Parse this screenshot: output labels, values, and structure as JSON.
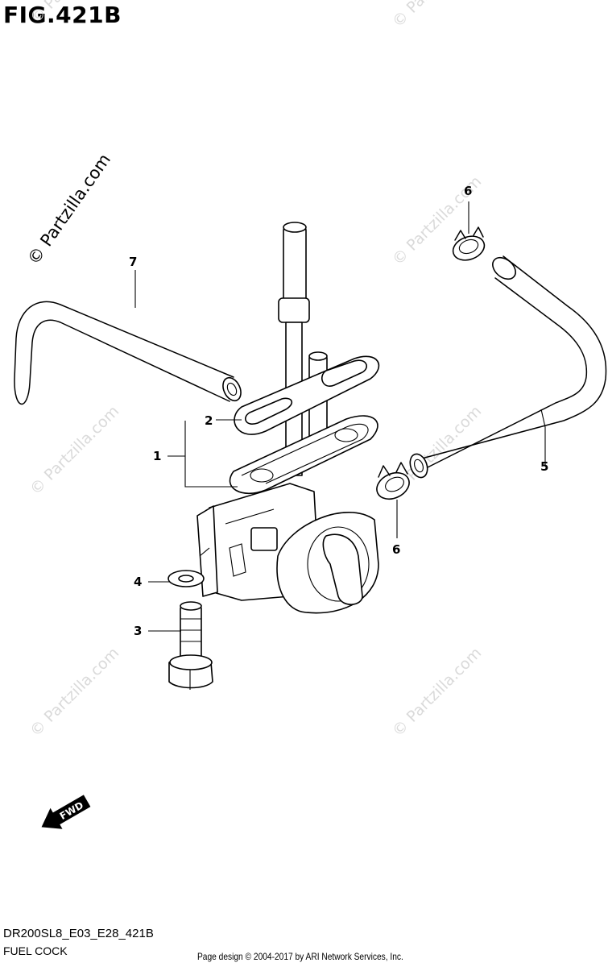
{
  "figure": {
    "title": "FIG.421B",
    "model_code": "DR200SL8_E03_E28_421B",
    "section_name": "FUEL COCK",
    "copyright": "Page design © 2004-2017 by ARI Network Services, Inc.",
    "watermark_main": "© Partzilla.com",
    "watermark_faint": "© Partzilla.com",
    "fwd_label": "FWD"
  },
  "callouts": [
    "1",
    "2",
    "3",
    "4",
    "5",
    "6",
    "6",
    "7"
  ],
  "colors": {
    "line": "#000000",
    "watermark": "#dadada",
    "background": "#ffffff"
  }
}
